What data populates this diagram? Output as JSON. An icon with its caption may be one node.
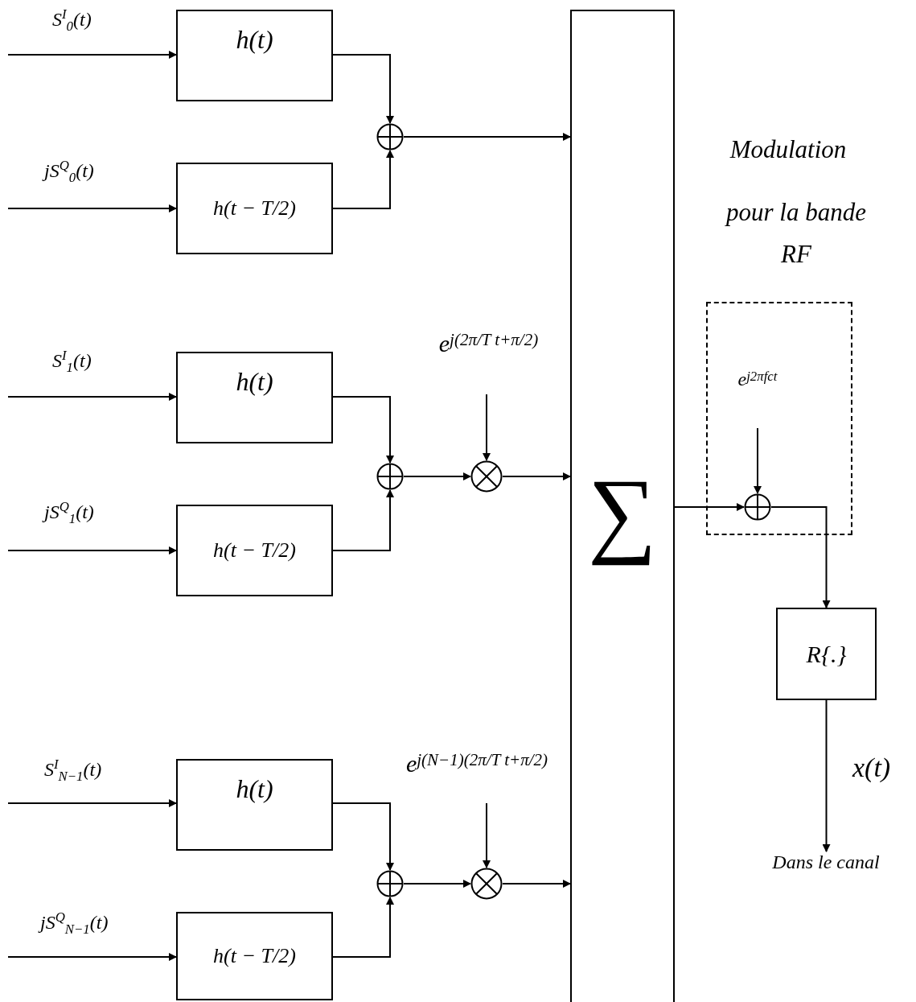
{
  "diagram": {
    "nodes": [
      {
        "text": [
          "∑"
        ]
      },
      {
        "text": [
          "h(t)"
        ]
      },
      {
        "text": [
          "h(t − T/2)"
        ]
      },
      {
        "text": [],
        "shape": "circle"
      },
      {
        "text": [
          "h(t)"
        ]
      },
      {
        "text": [
          "h(t − T/2)"
        ]
      },
      {
        "text": [],
        "shape": "circle"
      },
      {
        "text": [],
        "shape": "circle"
      },
      {
        "text": [
          "e$^{j(2π/T t+π/2)}$"
        ]
      },
      {
        "text": [
          "h(t)"
        ]
      },
      {
        "text": [
          "h(t − T/2)"
        ]
      },
      {
        "text": [],
        "shape": "circle"
      },
      {
        "text": [],
        "shape": "circle"
      },
      {
        "text": [
          "e$^{j(N−1)(2π/T t+π/2)}$"
        ]
      },
      {
        "text": [],
        "shape": "box"
      },
      {
        "text": [
          "e$^{j2πf}$$_{c}$$^{t}$"
        ],
        "in": 14
      },
      {
        "text": [],
        "shape": "circle",
        "in": 14
      },
      {
        "text": [
          "R{.}"
        ]
      },
      {
        "text": [
          "Dans le canal"
        ]
      }
    ],
    "edges": [
      {
        "from": null,
        "to": 1,
        "arrow": "to",
        "label": "S$^{I}$$_{0}$(t)"
      },
      {
        "from": null,
        "to": 2,
        "arrow": "to",
        "label": "jS$^{Q}$$_{0}$(t)"
      },
      {
        "from": 1,
        "to": 3,
        "arrow": "to"
      },
      {
        "from": 2,
        "to": 3,
        "arrow": "to"
      },
      {
        "from": 3,
        "to": 0,
        "arrow": "to"
      },
      {
        "from": null,
        "to": 4,
        "arrow": "to",
        "label": "S$^{I}$$_{1}$(t)"
      },
      {
        "from": null,
        "to": 5,
        "arrow": "to",
        "label": "jS$^{Q}$$_{1}$(t)"
      },
      {
        "from": 4,
        "to": 6,
        "arrow": "to"
      },
      {
        "from": 5,
        "to": 6,
        "arrow": "to"
      },
      {
        "from": 6,
        "to": 7,
        "arrow": "to"
      },
      {
        "from": 8,
        "to": 7,
        "arrow": "to"
      },
      {
        "from": 7,
        "to": 0,
        "arrow": "to"
      },
      {
        "from": null,
        "to": 9,
        "arrow": "to",
        "label": "S$^{I}$$_{N−1}$(t)"
      },
      {
        "from": null,
        "to": 10,
        "arrow": "to",
        "label": "jS$^{Q}$$_{N−1}$(t)"
      },
      {
        "from": 9,
        "to": 11,
        "arrow": "to"
      },
      {
        "from": 10,
        "to": 11,
        "arrow": "to"
      },
      {
        "from": 11,
        "to": 12,
        "arrow": "to"
      },
      {
        "from": 13,
        "to": 12,
        "arrow": "to"
      },
      {
        "from": 12,
        "to": 0,
        "arrow": "to"
      },
      {
        "from": 0,
        "to": 16,
        "arrow": "to"
      },
      {
        "from": 15,
        "to": 16,
        "arrow": "to"
      },
      {
        "from": 16,
        "to": 17,
        "arrow": "to"
      },
      {
        "from": 17,
        "to": 18,
        "arrow": "to",
        "label": "x(t)"
      }
    ],
    "labels": [
      "Modulation",
      "pour la bande RF"
    ]
  }
}
